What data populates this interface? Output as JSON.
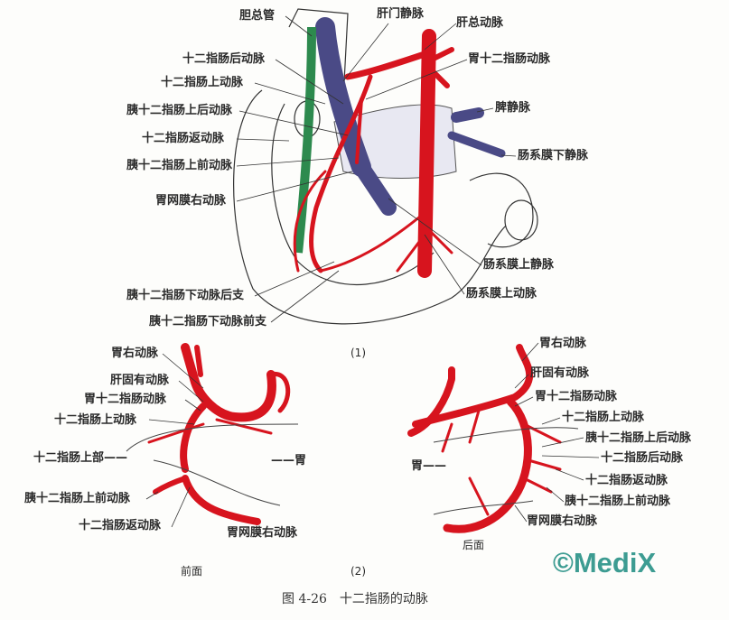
{
  "figure1": {
    "number": "(1)",
    "labels": {
      "common_bile_duct": "胆总管",
      "hepatic_portal_vein": "肝门静脉",
      "common_hepatic_artery": "肝总动脉",
      "retroduodenal_artery": "十二指肠后动脉",
      "gastroduodenal_artery": "胃十二指肠动脉",
      "supraduodenal_artery": "十二指肠上动脉",
      "post_sup_pancreaticoduodenal": "胰十二指肠上后动脉",
      "splenic_vein": "脾静脉",
      "recurrent_duodenal_artery": "十二指肠返动脉",
      "ant_sup_pancreaticoduodenal": "胰十二指肠上前动脉",
      "inferior_mesenteric_vein": "肠系膜下静脉",
      "right_gastroepiploic_artery": "胃网膜右动脉",
      "superior_mesenteric_vein": "肠系膜上静脉",
      "superior_mesenteric_artery": "肠系膜上动脉",
      "inf_pd_posterior_branch": "胰十二指肠下动脉后支",
      "inf_pd_anterior_branch": "胰十二指肠下动脉前支"
    }
  },
  "figure2": {
    "number": "(2)",
    "front": {
      "title": "前面",
      "labels": {
        "right_gastric_artery": "胃右动脉",
        "proper_hepatic_artery": "肝固有动脉",
        "gastroduodenal_artery": "胃十二指肠动脉",
        "supraduodenal_artery": "十二指肠上动脉",
        "superior_duodenum": "十二指肠上部——",
        "stomach": "——胃",
        "ant_sup_pancreaticoduodenal": "胰十二指肠上前动脉",
        "recurrent_duodenal_artery": "十二指肠返动脉",
        "right_gastroepiploic_artery": "胃网膜右动脉"
      }
    },
    "back": {
      "title": "后面",
      "labels": {
        "right_gastric_artery": "胃右动脉",
        "proper_hepatic_artery": "肝固有动脉",
        "gastroduodenal_artery": "胃十二指肠动脉",
        "supraduodenal_artery": "十二指肠上动脉",
        "post_sup_pancreaticoduodenal": "胰十二指肠上后动脉",
        "retroduodenal_artery": "十二指肠后动脉",
        "recurrent_duodenal_artery": "十二指肠返动脉",
        "ant_sup_pancreaticoduodenal": "胰十二指肠上前动脉",
        "right_gastroepiploic_artery": "胃网膜右动脉",
        "stomach": "胃——"
      }
    }
  },
  "caption": "图 4-26　十二指肠的动脉",
  "watermark": "©MediX",
  "colors": {
    "artery": "#d7141e",
    "vein": "#4a4a86",
    "bile_duct": "#2d8a4e",
    "watermark": "#3d9c92"
  }
}
